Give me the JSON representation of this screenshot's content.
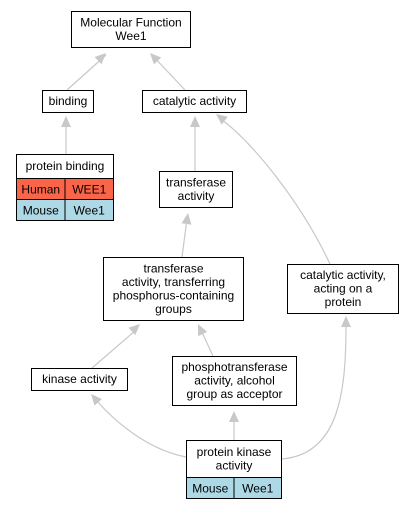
{
  "colors": {
    "human": "#fa6448",
    "mouse": "#add8e6",
    "edge": "#c8c8c8",
    "node_border": "#000000",
    "node_fill": "#ffffff"
  },
  "nodes": {
    "root": {
      "lines": [
        "Molecular Function",
        "Wee1"
      ]
    },
    "binding": {
      "lines": [
        "binding"
      ]
    },
    "catalytic": {
      "lines": [
        "catalytic activity"
      ]
    },
    "protein_binding": {
      "lines": [
        "protein binding"
      ],
      "annotations": [
        {
          "species": "Human",
          "gene": "WEE1",
          "color_key": "human"
        },
        {
          "species": "Mouse",
          "gene": "Wee1",
          "color_key": "mouse"
        }
      ]
    },
    "transferase": {
      "lines": [
        "transferase",
        "activity"
      ]
    },
    "transferase_p": {
      "lines": [
        "transferase",
        "activity, transferring",
        "phosphorus-containing",
        "groups"
      ]
    },
    "catalytic_protein": {
      "lines": [
        "catalytic activity,",
        "acting on a",
        "protein"
      ]
    },
    "kinase": {
      "lines": [
        "kinase activity"
      ]
    },
    "phosphotransferase": {
      "lines": [
        "phosphotransferase",
        "activity, alcohol",
        "group as acceptor"
      ]
    },
    "protein_kinase": {
      "lines": [
        "protein kinase",
        "activity"
      ],
      "annotations": [
        {
          "species": "Mouse",
          "gene": "Wee1",
          "color_key": "mouse"
        }
      ]
    }
  }
}
